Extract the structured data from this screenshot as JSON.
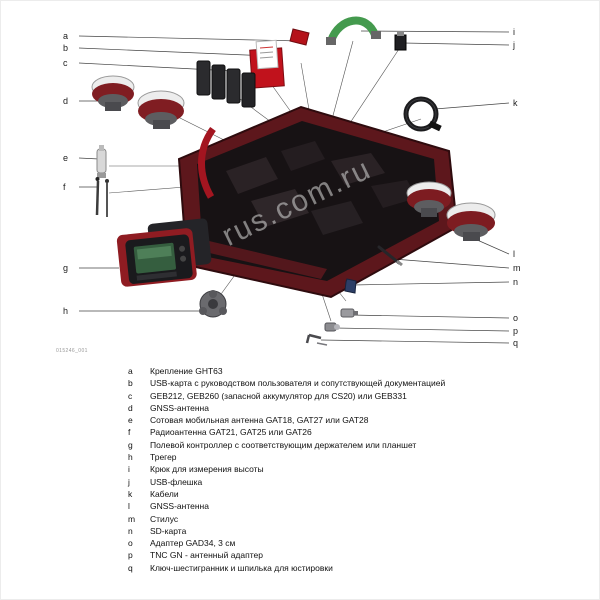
{
  "figure": {
    "id": "015246_001",
    "watermark": "rus.com.ru"
  },
  "callouts": {
    "left": [
      "a",
      "b",
      "c",
      "d",
      "e",
      "f",
      "g",
      "h"
    ],
    "right": [
      "i",
      "j",
      "k",
      "l",
      "m",
      "n",
      "o",
      "p",
      "q"
    ]
  },
  "legend": {
    "items": [
      {
        "key": "a",
        "text": "Крепление GHT63"
      },
      {
        "key": "b",
        "text": "USB-карта с руководством пользователя и сопутствующей документацией"
      },
      {
        "key": "c",
        "text": "GEB212, GEB260 (запасной аккумулятор для CS20) или GEB331"
      },
      {
        "key": "d",
        "text": "GNSS-антенна"
      },
      {
        "key": "e",
        "text": "Сотовая мобильная антенна GAT18, GAT27 или GAT28"
      },
      {
        "key": "f",
        "text": "Радиоантенна GAT21, GAT25 или GAT26"
      },
      {
        "key": "g",
        "text": "Полевой контроллер с соответствующим держателем или планшет"
      },
      {
        "key": "h",
        "text": "Трегер"
      },
      {
        "key": "i",
        "text": "Крюк для измерения высоты"
      },
      {
        "key": "j",
        "text": "USB-флешка"
      },
      {
        "key": "k",
        "text": "Кабели"
      },
      {
        "key": "l",
        "text": "GNSS-антенна"
      },
      {
        "key": "m",
        "text": "Стилус"
      },
      {
        "key": "n",
        "text": "SD-карта"
      },
      {
        "key": "o",
        "text": "Адаптер GAD34, 3 см"
      },
      {
        "key": "p",
        "text": "TNC GN - антенный адаптер"
      },
      {
        "key": "q",
        "text": "Ключ-шестигранник и шпилька для юстировки"
      }
    ]
  },
  "colors": {
    "case_red": "#6e1a20",
    "accent_red": "#c1121c",
    "handle_green": "#449a4e"
  }
}
